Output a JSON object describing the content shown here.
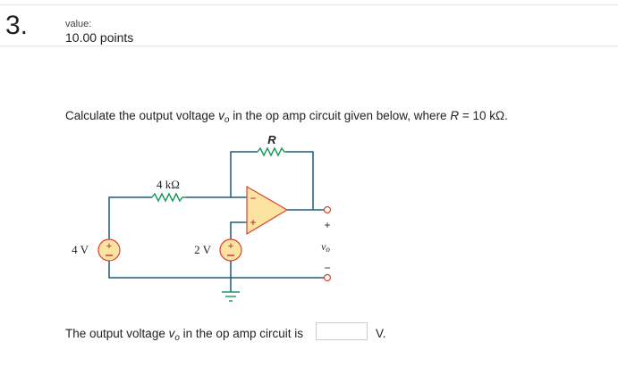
{
  "question": {
    "number": "3.",
    "value_label": "value:",
    "points": "10.00 points",
    "prompt_before": "Calculate the output voltage ",
    "prompt_var": "v",
    "prompt_var_sub": "o",
    "prompt_middle": " in the op amp circuit given below, where ",
    "prompt_R": "R",
    "prompt_after": " = 10 kΩ."
  },
  "circuit": {
    "feedback_resistor_label": "R",
    "input_resistor_label": "4 kΩ",
    "source1_label": "4 V",
    "source2_label": "2 V",
    "output_plus": "+",
    "output_label": "v",
    "output_label_sub": "o",
    "output_minus": "−",
    "opamp_inverting": "−",
    "opamp_noninverting": "+",
    "colors": {
      "wire": "#1f5a7f",
      "resistor": "#1a9a5a",
      "ground": "#1a9a5a",
      "opamp_fill": "#fde3a1",
      "component_stroke": "#d9422e",
      "source_fill": "#fde3a1",
      "sign": "#c8102e"
    }
  },
  "answer": {
    "prompt_before": "The output voltage ",
    "prompt_var": "v",
    "prompt_var_sub": "o",
    "prompt_after": " in the op amp circuit is",
    "input_value": "",
    "unit": "V."
  }
}
